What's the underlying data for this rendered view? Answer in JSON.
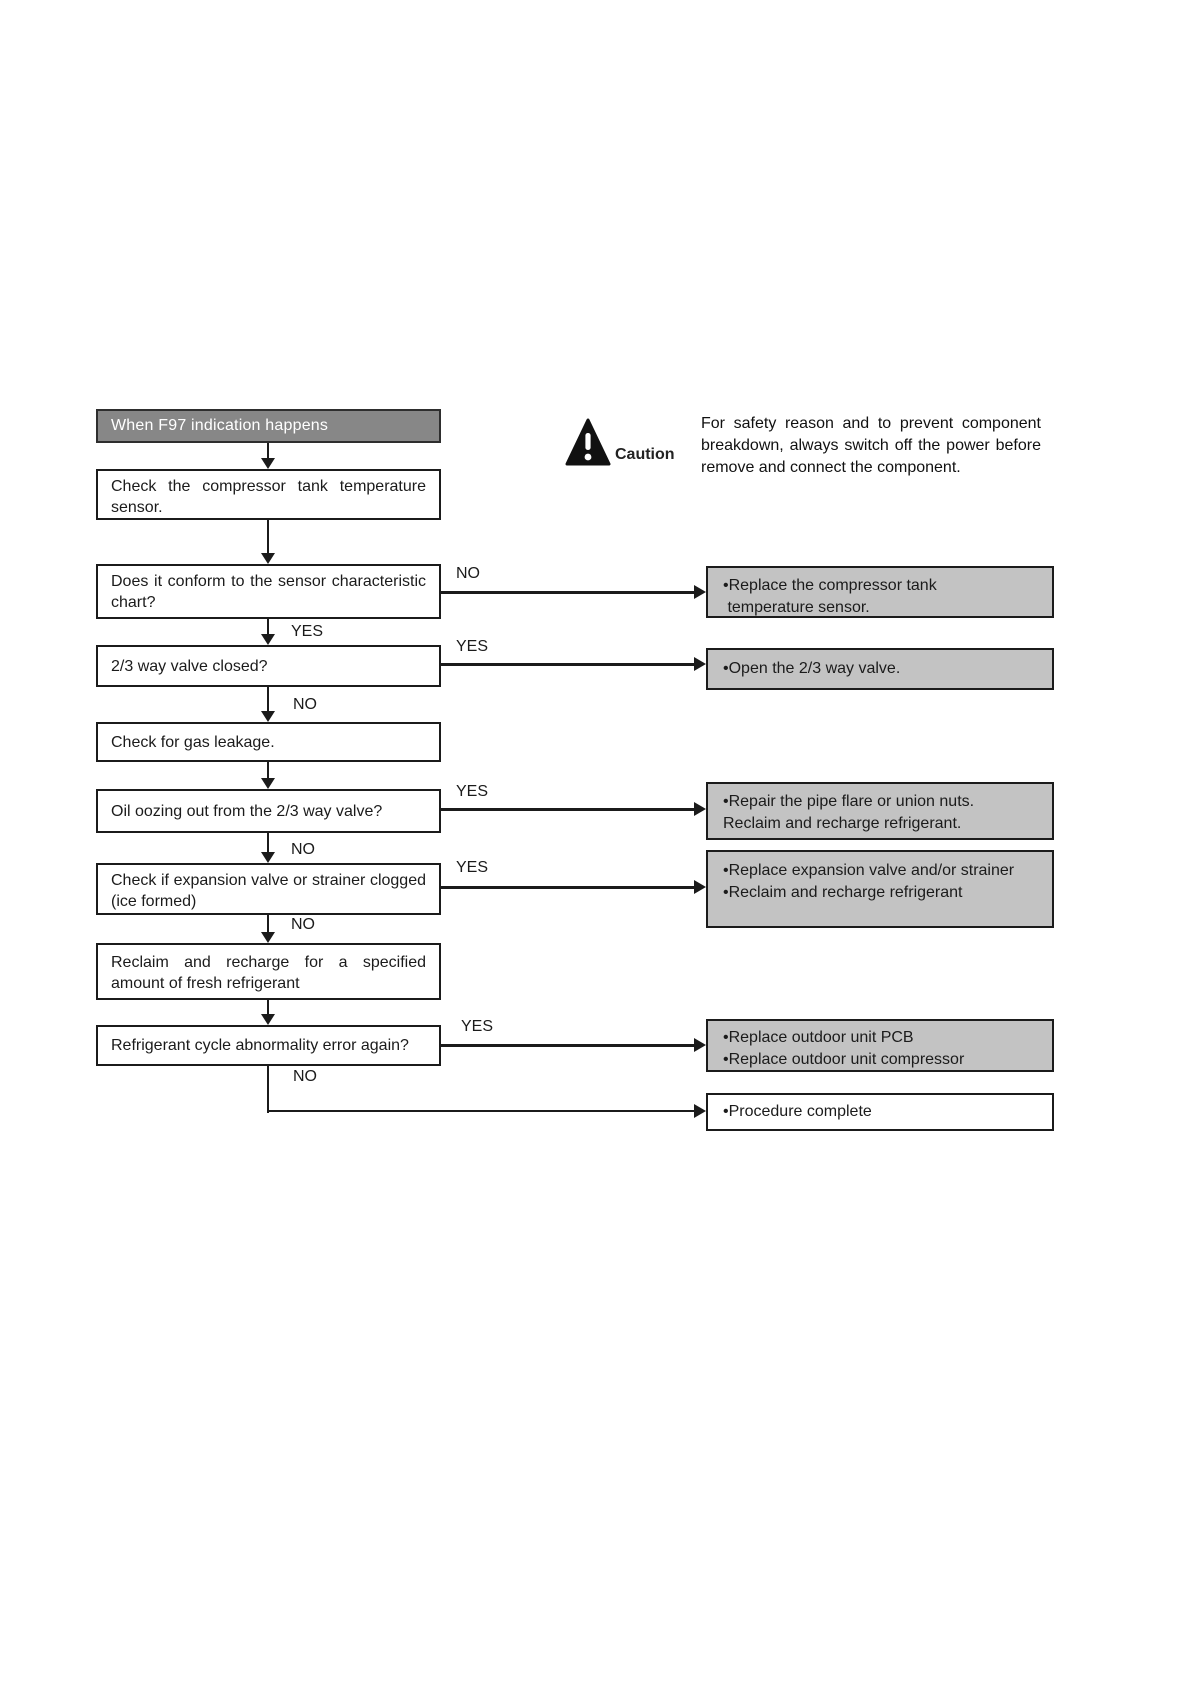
{
  "colors": {
    "title_bg": "#878787",
    "title_text": "#ffffff",
    "result_bg": "#c3c3c3",
    "box_border": "#1b1b1b",
    "line": "#1b1b1b",
    "text": "#1b1b1b"
  },
  "caution": {
    "icon": "warning-triangle",
    "label": "Caution",
    "text": "For safety reason and to prevent component breakdown, always switch off the power before remove and connect the component."
  },
  "flowchart": {
    "title": "When F97 indication happens",
    "steps": [
      {
        "id": "check-sensor",
        "text": "Check the compressor tank temperature sensor."
      },
      {
        "id": "conform-chart",
        "text": "Does it conform to the sensor characteristic chart?"
      },
      {
        "id": "valve-closed",
        "text": "2/3 way valve closed?"
      },
      {
        "id": "gas-leakage",
        "text": "Check for gas leakage."
      },
      {
        "id": "oil-oozing",
        "text": "Oil oozing out from the 2/3 way valve?"
      },
      {
        "id": "expansion-clogged",
        "text": "Check if expansion valve or strainer clogged (ice formed)"
      },
      {
        "id": "reclaim-recharge",
        "text": "Reclaim and recharge for a specified amount of fresh refrigerant"
      },
      {
        "id": "cycle-error-again",
        "text": "Refrigerant cycle abnormality error again?"
      }
    ],
    "results": [
      {
        "id": "replace-sensor",
        "text": "•Replace the compressor tank\n temperature sensor."
      },
      {
        "id": "open-valve",
        "text": "•Open the 2/3 way valve."
      },
      {
        "id": "repair-pipe",
        "text": "•Repair the pipe flare or union nuts.\nReclaim and recharge refrigerant."
      },
      {
        "id": "replace-expansion",
        "text": "•Replace expansion valve and/or strainer\n•Reclaim and recharge refrigerant"
      },
      {
        "id": "replace-pcb",
        "text": "•Replace outdoor unit PCB\n•Replace outdoor unit compressor"
      },
      {
        "id": "procedure-complete",
        "text": "•Procedure complete"
      }
    ],
    "connector_labels": {
      "conform_no": "NO",
      "conform_yes": "YES",
      "valve_yes": "YES",
      "valve_no": "NO",
      "oil_yes": "YES",
      "oil_no": "NO",
      "expansion_yes": "YES",
      "expansion_no": "NO",
      "cycle_yes": "YES",
      "cycle_no": "NO"
    }
  }
}
